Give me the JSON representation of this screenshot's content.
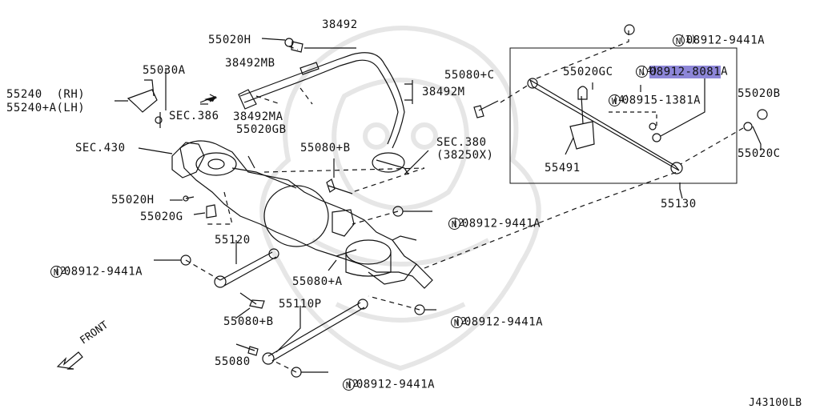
{
  "diagram_id": "J43100LB",
  "front_label": "FRONT",
  "colors": {
    "highlight": "#8d86d8",
    "line": "#111111",
    "watermark": "#e8e8e8"
  },
  "callouts": [
    {
      "id": "c38492",
      "text": "38492"
    },
    {
      "id": "c55020H_top",
      "text": "55020H"
    },
    {
      "id": "c38492MB",
      "text": "38492MB"
    },
    {
      "id": "c55030A",
      "text": "55030A"
    },
    {
      "id": "c55240",
      "text": "55240  (RH)"
    },
    {
      "id": "c55240A",
      "text": "55240+A(LH)"
    },
    {
      "id": "cSEC386",
      "text": "SEC.386"
    },
    {
      "id": "c38492MA",
      "text": "38492MA"
    },
    {
      "id": "c55020GB",
      "text": "55020GB"
    },
    {
      "id": "c38492M",
      "text": "38492M"
    },
    {
      "id": "c55080C",
      "text": "55080+C"
    },
    {
      "id": "cSEC380",
      "text": "SEC.380"
    },
    {
      "id": "c38250X",
      "text": "(38250X)"
    },
    {
      "id": "cSEC430",
      "text": "SEC.430"
    },
    {
      "id": "c55080B_top",
      "text": "55080+B"
    },
    {
      "id": "c55020H_mid",
      "text": "55020H"
    },
    {
      "id": "c55020G",
      "text": "55020G"
    },
    {
      "id": "c55120",
      "text": "55120"
    },
    {
      "id": "c55080A",
      "text": "55080+A"
    },
    {
      "id": "c55110P",
      "text": "55110P"
    },
    {
      "id": "c55080B_bot",
      "text": "55080+B"
    },
    {
      "id": "c55080",
      "text": "55080"
    },
    {
      "id": "c55020GC",
      "text": "55020GC"
    },
    {
      "id": "c55020B",
      "text": "55020B"
    },
    {
      "id": "c55020C",
      "text": "55020C"
    },
    {
      "id": "c55491",
      "text": "55491"
    },
    {
      "id": "c55130",
      "text": "55130"
    }
  ],
  "nuts": [
    {
      "id": "n1",
      "symbol": "N",
      "part": "08912-9441A",
      "qty": "(1)"
    },
    {
      "id": "n2",
      "symbol": "N",
      "part": "08912-8081A",
      "qty": "(4)",
      "highlighted": true,
      "highlight_text": "08912-8081",
      "tail": "A"
    },
    {
      "id": "n3",
      "symbol": "W",
      "part": "08915-1381A",
      "qty": "(4)"
    },
    {
      "id": "n4",
      "symbol": "N",
      "part": "08912-9441A",
      "qty": "(2)"
    },
    {
      "id": "n5",
      "symbol": "N",
      "part": "08912-9441A",
      "qty": "(2)"
    },
    {
      "id": "n6",
      "symbol": "N",
      "part": "08912-9441A",
      "qty": "(2)"
    },
    {
      "id": "n7",
      "symbol": "N",
      "part": "08912-9441A",
      "qty": "(2)"
    }
  ]
}
